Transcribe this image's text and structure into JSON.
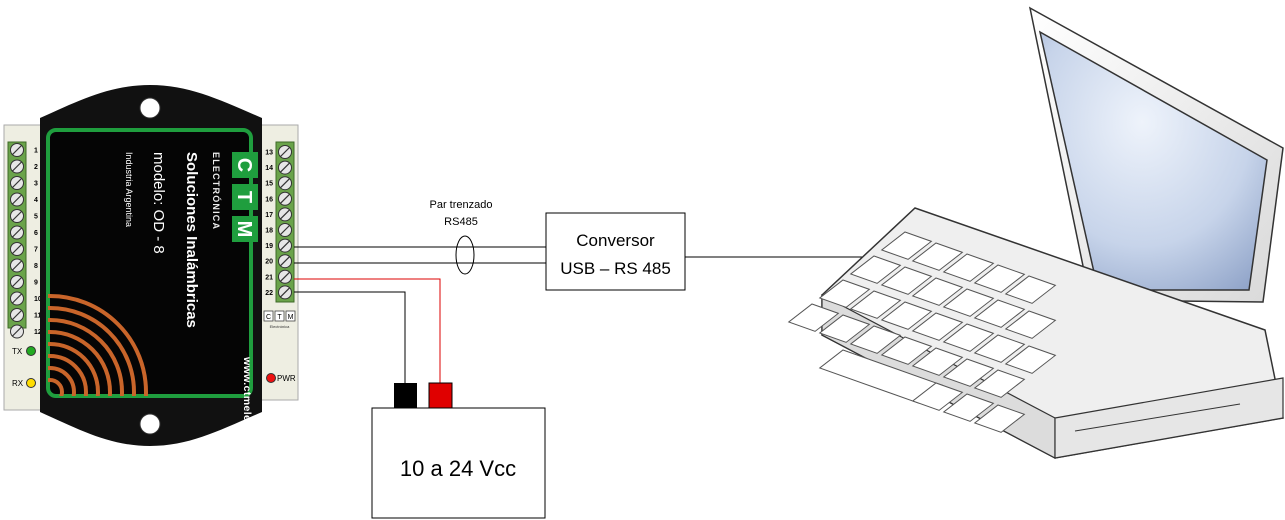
{
  "device": {
    "brand_letters": [
      "C",
      "T",
      "M"
    ],
    "brand_sub": "ELECTRÓNICA",
    "product_line": "Soluciones Inalámbricas",
    "model": "modelo: OD - 8",
    "origin": "Industria Argentina",
    "website": "www.ctmelectronica.com.ar",
    "left_terminals": [
      "1",
      "2",
      "3",
      "4",
      "5",
      "6",
      "7",
      "8",
      "9",
      "10",
      "11",
      "12"
    ],
    "right_terminals": [
      "13",
      "14",
      "15",
      "16",
      "17",
      "18",
      "19",
      "20",
      "21",
      "22"
    ],
    "small_logo_letters": [
      "C",
      "T",
      "M"
    ],
    "small_logo_sub": "Electrónica",
    "led_tx": "TX",
    "led_rx": "RX",
    "led_pwr": "PWR",
    "colors": {
      "brand_green": "#1f9e3e",
      "body": "#111111",
      "tx_led": "#22aa22",
      "rx_led": "#ffdd00",
      "pwr_led": "#ee1111"
    }
  },
  "cable": {
    "label_line1": "Par trenzado",
    "label_line2": "RS485"
  },
  "converter": {
    "line1": "Conversor",
    "line2": "USB – RS 485"
  },
  "power_supply": {
    "label": "10 a 24 Vcc"
  },
  "laptop": {
    "icon": "laptop-icon"
  }
}
